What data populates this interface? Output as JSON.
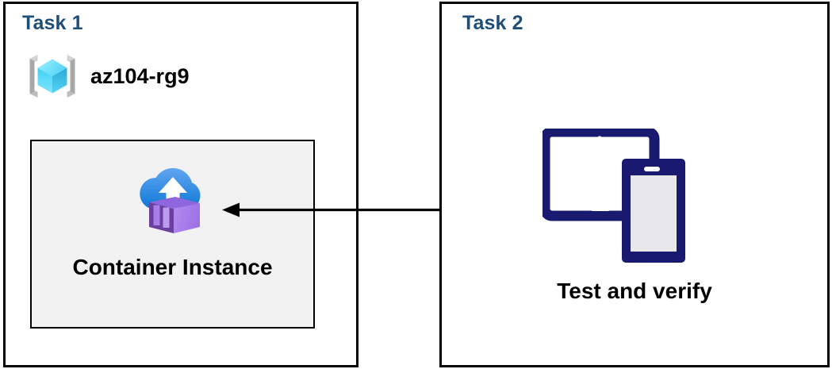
{
  "diagram": {
    "title": "Azure Container Instance task flow",
    "background": "#ffffff"
  },
  "colors": {
    "task_label": "#1f4e79",
    "panel_border": "#000000",
    "resource_box_fill": "#f2f2f2",
    "arrow": "#000000",
    "device_navy": "#191970",
    "device_screen": "#e8e8ea",
    "rg_cube_light": "#5ee0fb",
    "rg_cube_mid": "#32c5ef",
    "rg_cube_dark": "#2aa8d4",
    "rg_bracket": "#b3b3b3",
    "cloud_top": "#5ea1f0",
    "cloud_bottom": "#0f7cd8",
    "container_light": "#a87fe8",
    "container_dark": "#6b3fa0",
    "container_slat": "#9a6fd8"
  },
  "task1": {
    "label": "Task 1",
    "resource_group": {
      "icon": "azure-resource-group-icon",
      "name": "az104-rg9"
    },
    "resource": {
      "icon": "azure-container-instance-icon",
      "label": "Container Instance"
    }
  },
  "task2": {
    "label": "Task 2",
    "verify": {
      "icon": "tablet-and-phone-devices-icon",
      "label": "Test and verify"
    }
  },
  "connector": {
    "icon": "left-arrow-icon",
    "direction": "right-to-left",
    "from": "Test and verify",
    "to": "Container Instance"
  }
}
